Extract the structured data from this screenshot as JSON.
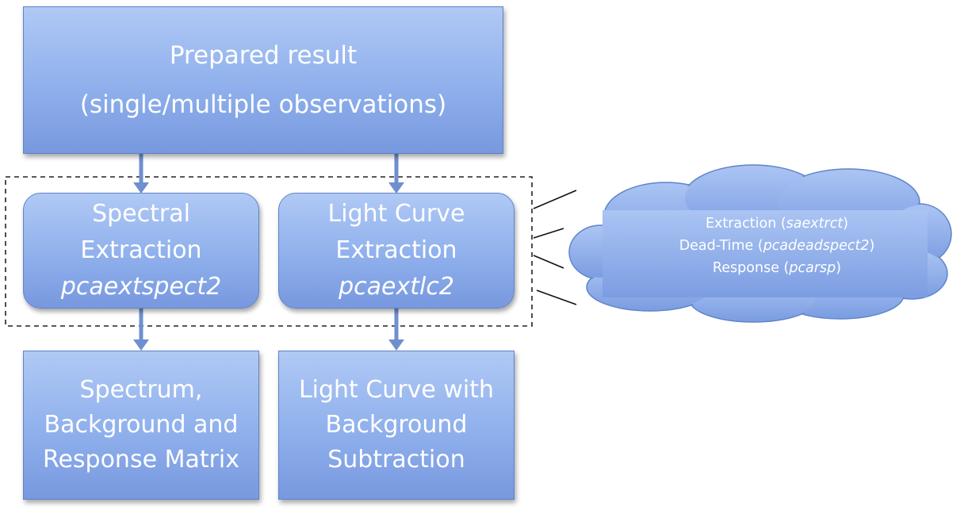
{
  "top_box": {
    "line1": "Prepared result",
    "line2": "(single/multiple observations)"
  },
  "spectral": {
    "line1": "Spectral",
    "line2": "Extraction",
    "tool": "pcaextspect2"
  },
  "lightcurve": {
    "line1": "Light Curve",
    "line2": "Extraction",
    "tool": "pcaextlc2"
  },
  "output_spectrum": {
    "line1": "Spectrum,",
    "line2": "Background and",
    "line3": "Response Matrix"
  },
  "output_lightcurve": {
    "line1": "Light Curve with",
    "line2": "Background",
    "line3": "Subtraction"
  },
  "cloud": {
    "items": [
      {
        "label": "Extraction (",
        "tool": "saextrct",
        "close": ")"
      },
      {
        "label": "Dead-Time (",
        "tool": "pcadeadspect2",
        "close": ")"
      },
      {
        "label": "Response (",
        "tool": "pcarsp",
        "close": ")"
      }
    ]
  },
  "colors": {
    "box_fill_top": "#b0c9f5",
    "box_fill_bottom": "#7898df",
    "box_border": "#5f84c9",
    "arrow": "#6f8fcf",
    "text": "#ffffff"
  }
}
